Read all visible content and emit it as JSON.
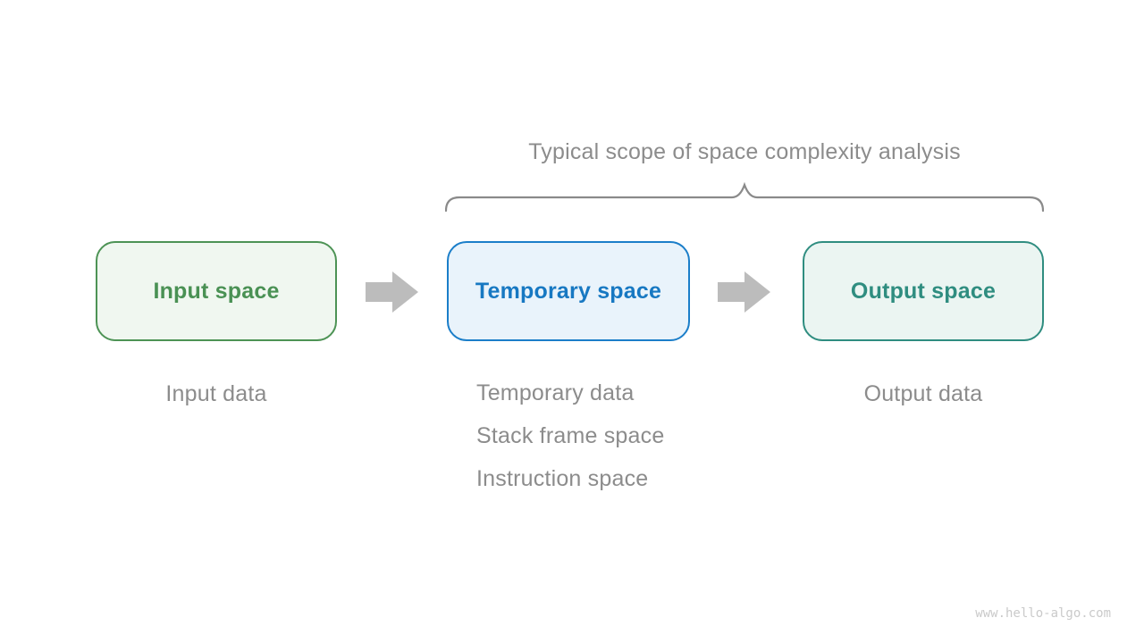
{
  "title": "Typical scope of space complexity analysis",
  "boxes": [
    {
      "label": "Input space",
      "border_color": "#4d9355",
      "fill_color": "#f0f7f0",
      "text_color": "#4a9154"
    },
    {
      "label": "Temporary space",
      "border_color": "#1b7ec9",
      "fill_color": "#e9f3fb",
      "text_color": "#1778c2"
    },
    {
      "label": "Output space",
      "border_color": "#2f8d80",
      "fill_color": "#ebf5f2",
      "text_color": "#2f8d80"
    }
  ],
  "captions": {
    "input": "Input data",
    "temporary": [
      "Temporary data",
      "Stack frame space",
      "Instruction space"
    ],
    "output": "Output data"
  },
  "watermark": "www.hello-algo.com",
  "colors": {
    "caption_gray": "#8c8c8c",
    "brace_gray": "#8a8a8a",
    "arrow_gray": "#bcbcbc",
    "watermark_gray": "#cacaca",
    "background": "#ffffff"
  }
}
